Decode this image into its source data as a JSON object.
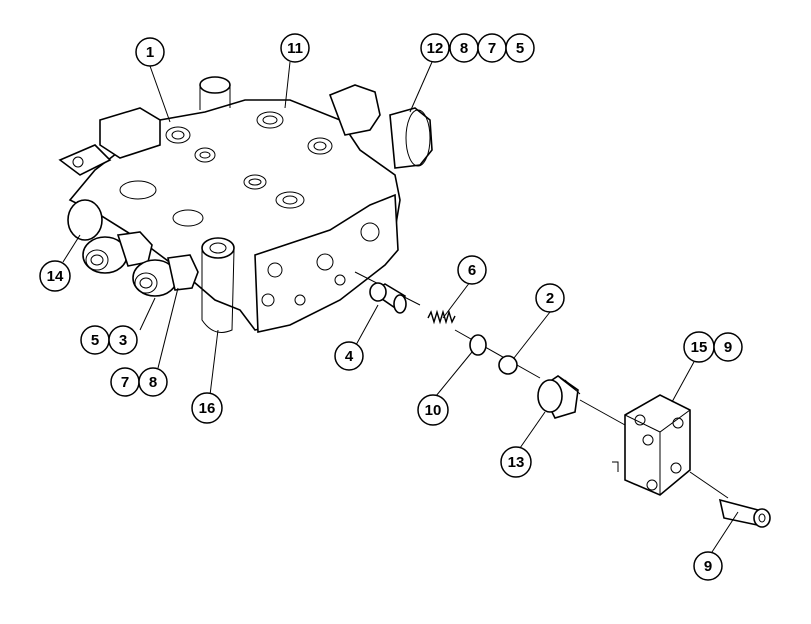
{
  "callouts": {
    "c1": "1",
    "c11": "11",
    "c12": "12",
    "c8a": "8",
    "c7a": "7",
    "c5a": "5",
    "c14": "14",
    "c5b": "5",
    "c3": "3",
    "c7b": "7",
    "c8b": "8",
    "c16": "16",
    "c4": "4",
    "c6": "6",
    "c2": "2",
    "c10": "10",
    "c13": "13",
    "c15": "15",
    "c9a": "9",
    "c9b": "9"
  }
}
